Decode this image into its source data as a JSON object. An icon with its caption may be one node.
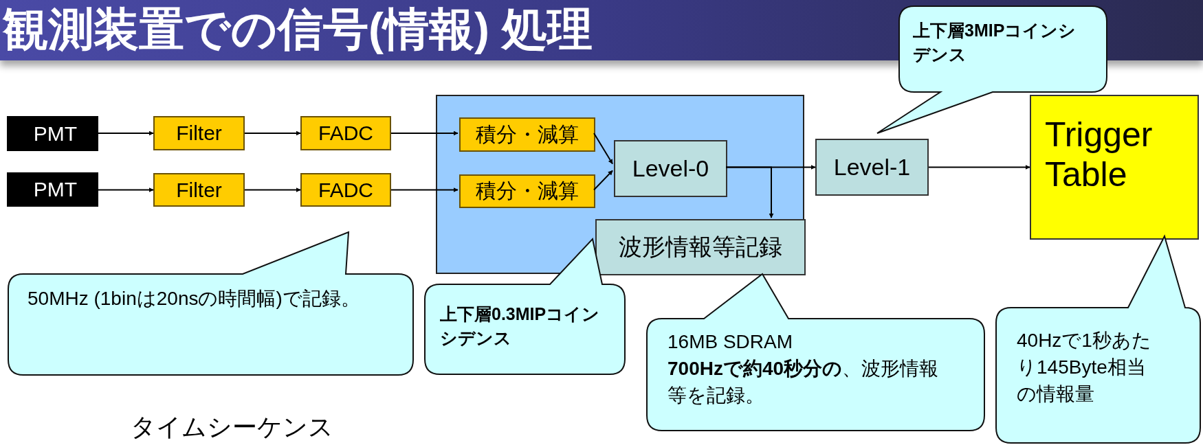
{
  "diagram": {
    "title": "観測装置での信号(情報) 処理",
    "nodes": [
      {
        "text": [
          "上下層3MIPコインシデンス"
        ]
      },
      {
        "text": [
          "PMT"
        ]
      },
      {
        "text": [
          "Filter"
        ]
      },
      {
        "text": [
          "FADC"
        ]
      },
      {
        "text": [],
        "shape": "box"
      },
      {
        "text": [
          "積分・減算"
        ],
        "in": 4
      },
      {
        "text": [
          "積分・減算"
        ],
        "in": 4
      },
      {
        "text": [
          "Level-0"
        ],
        "in": 4
      },
      {
        "text": [
          "波形情報等記録"
        ],
        "in": 4
      },
      {
        "text": [
          "Level-1"
        ]
      },
      {
        "text": [
          "Trigger Table"
        ]
      },
      {
        "text": [
          "PMT"
        ]
      },
      {
        "text": [
          "Filter"
        ]
      },
      {
        "text": [
          "FADC"
        ]
      },
      {
        "text": [
          "50MHz (1binは20nsの時間幅)で記録。"
        ]
      },
      {
        "text": [
          "上下層0.3MIPコインシデンス"
        ]
      },
      {
        "text": [
          "16MB SDRAM",
          "**700Hzで約40秒分の**、波形情報等を記録。"
        ]
      },
      {
        "text": [
          "40Hzで1秒あたり145Byte相当の情報量"
        ]
      }
    ],
    "edges": [
      {
        "from": 1,
        "to": 2,
        "arrow": "to"
      },
      {
        "from": 2,
        "to": 3,
        "arrow": "to"
      },
      {
        "from": 3,
        "to": 5,
        "arrow": "to"
      },
      {
        "from": 11,
        "to": 12,
        "arrow": "to"
      },
      {
        "from": 12,
        "to": 13,
        "arrow": "to"
      },
      {
        "from": 13,
        "to": 6,
        "arrow": "to"
      },
      {
        "from": 5,
        "to": 7,
        "arrow": "to"
      },
      {
        "from": 6,
        "to": 7,
        "arrow": "to"
      },
      {
        "from": 7,
        "to": 9,
        "arrow": "to"
      },
      {
        "from": 7,
        "to": 8,
        "arrow": "to"
      },
      {
        "from": 9,
        "to": 10,
        "arrow": "to"
      }
    ],
    "labels": [
      "タイムシーケンス"
    ]
  }
}
